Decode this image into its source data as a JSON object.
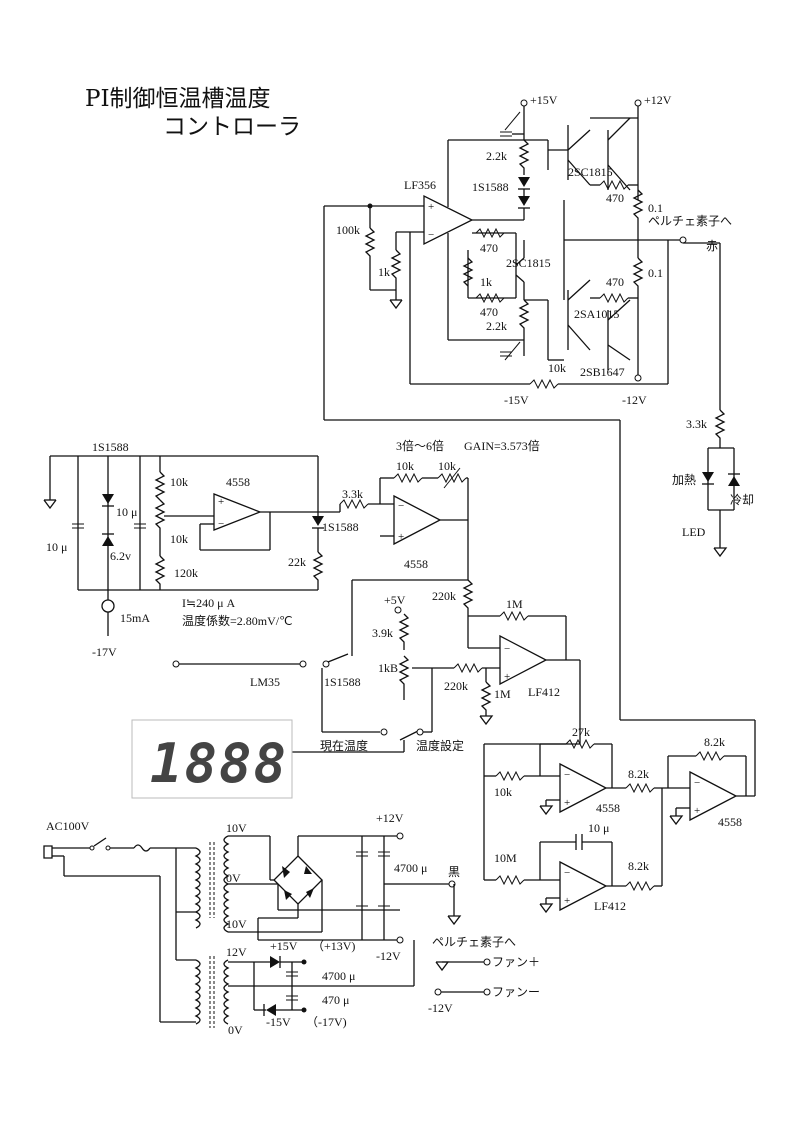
{
  "title": {
    "line1": "PI制御恒温槽温度",
    "line2": "コントローラ"
  },
  "display": {
    "digits": "1888"
  },
  "labels": {
    "plus15v_top": "+15V",
    "plus12v_top": "+12V",
    "r_2k2_a": "2.2k",
    "d_1s1588_a": "1S1588",
    "op_lf356": "LF356",
    "q_2sc1815_a": "2SC1815",
    "r_470_a": "470",
    "r_0_1_a": "0.1",
    "peltier_red": "ペルチェ素子へ",
    "red": "赤",
    "r_100k": "100k",
    "r_470_b": "470",
    "r_1k_a": "1k",
    "q_2sc1815_b": "2SC1815",
    "r_470_c": "470",
    "r_470_d": "470",
    "r_0_1_b": "0.1",
    "r_2k2_b": "2.2k",
    "q_2sa1015": "2SA1015",
    "r_10k_a": "10k",
    "q_2sb1647": "2SB1647",
    "minus15v_a": "-15V",
    "minus12v_a": "-12V",
    "r_3k3_a": "3.3k",
    "heat": "加熱",
    "cool": "冷却",
    "led": "LED",
    "d_1s1588_b": "1S1588",
    "r_10k_b": "10k",
    "op_4558_a": "4558",
    "c_10u_a": "10 μ",
    "c_10u_b": "10 μ",
    "r_10k_c": "10k",
    "z_6v2": "6.2v",
    "r_120k": "120k",
    "cur_15ma": "15mA",
    "minus17v": "-17V",
    "gain_range": "3倍～6倍",
    "gain": "GAIN=3.573倍",
    "r_10k_d": "10k",
    "r_10k_e": "10k",
    "r_3k3_b": "3.3k",
    "d_1s1588_c": "1S1588",
    "op_4558_b": "4558",
    "r_22k": "22k",
    "i_240": "I≒240 μ A",
    "tempco": "温度係数=2.80mV/℃",
    "r_220k_a": "220k",
    "r_1m_a": "1M",
    "plus5v": "+5V",
    "r_3k9": "3.9k",
    "pot_1kb": "1kB",
    "r_220k_b": "220k",
    "r_1m_b": "1M",
    "op_lf412_a": "LF412",
    "lm35": "LM35",
    "d_1s1588_d": "1S1588",
    "now_temp": "現在温度",
    "set_temp": "温度設定",
    "r_27k": "27k",
    "r_8k2_a": "8.2k",
    "r_8k2_b": "8.2k",
    "r_10k_f": "10k",
    "op_4558_c": "4558",
    "op_4558_d": "4558",
    "c_10u_c": "10 μ",
    "r_10m": "10M",
    "r_8k2_c": "8.2k",
    "op_lf412_b": "LF412",
    "ac100v": "AC100V",
    "t_10v_a": "10V",
    "t_0v_a": "0V",
    "t_10v_b": "10V",
    "plus12v_b": "+12V",
    "c_4700u_a": "4700 μ",
    "black": "黒",
    "minus12v_b": "-12V",
    "peltier_b": "ペルチェ素子へ",
    "fan_plus": "ファン＋",
    "fan_minus": "ファンー",
    "minus12v_c": "-12V",
    "t_12v": "12V",
    "plus15v_b": "+15V",
    "plus13v": "（+13V)",
    "c_4700u_b": "4700 μ",
    "c_470u": "470 μ",
    "minus15v_b": "-15V",
    "minus17v_b": "（-17V)",
    "t_0v_b": "0V"
  }
}
